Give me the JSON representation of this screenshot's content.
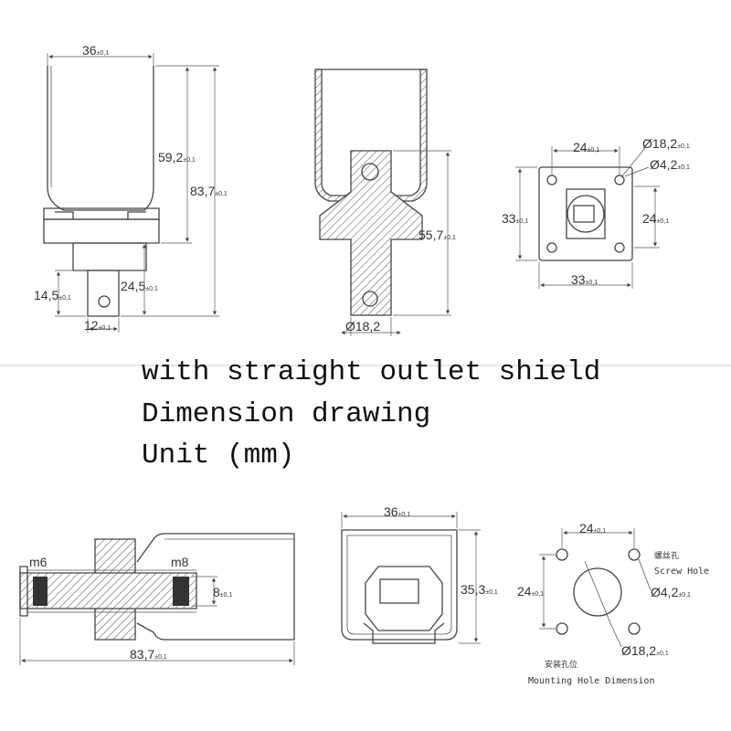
{
  "caption": {
    "line1": "with straight outlet shield",
    "line2": "Dimension drawing",
    "line3": "Unit (mm)"
  },
  "tolerance": "±0,1",
  "top_left_view": {
    "width_top": "36",
    "height_body": "59,2",
    "height_total": "83,7",
    "stem_height": "14,5",
    "lower_height": "24,5",
    "stem_width": "12"
  },
  "top_middle_view": {
    "height_section": "55,7",
    "diameter": "Ø18,2"
  },
  "top_right_view": {
    "hole_spacing": "24",
    "outer_diameter": "Ø18,2",
    "hole_diameter": "Ø4,2",
    "height_square": "33",
    "spacing_vertical": "24",
    "width_square": "33"
  },
  "bottom_left_view": {
    "thread_left": "m6",
    "thread_right": "m8",
    "thread_depth": "8",
    "length_total": "83,7"
  },
  "bottom_middle_view": {
    "width": "36",
    "height": "35,3"
  },
  "bottom_right_view": {
    "hole_spacing_h": "24",
    "hole_spacing_v": "24",
    "screw_hole_cn": "螺丝孔",
    "screw_hole_en": "Screw Hole",
    "hole_diameter": "Ø4,2",
    "center_diameter": "Ø18,2",
    "mount_cn": "安装孔位",
    "mount_en": "Mounting Hole Dimension"
  }
}
